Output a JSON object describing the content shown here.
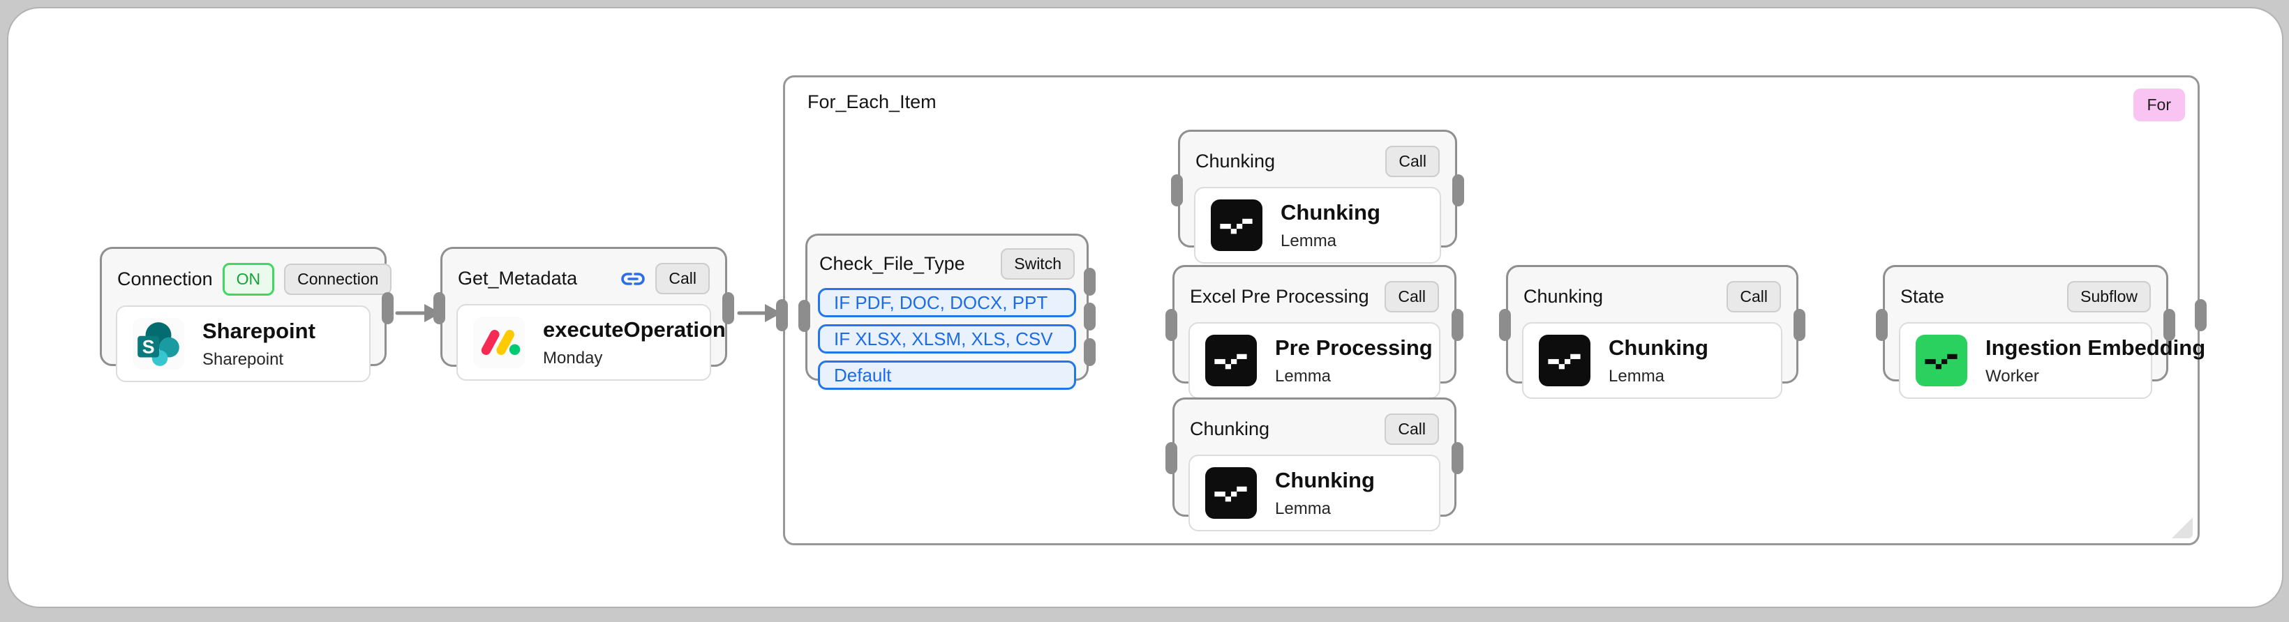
{
  "container": {
    "label": "For_Each_Item",
    "badge": "For"
  },
  "nodes": {
    "connection": {
      "title": "Connection",
      "status_badge": "ON",
      "type_badge": "Connection",
      "card": {
        "title": "Sharepoint",
        "subtitle": "Sharepoint",
        "icon": "sharepoint-icon"
      }
    },
    "get_metadata": {
      "title": "Get_Metadata",
      "type_badge": "Call",
      "card": {
        "title": "executeOperation",
        "subtitle": "Monday",
        "icon": "monday-icon"
      }
    },
    "check_file_type": {
      "title": "Check_File_Type",
      "type_badge": "Switch",
      "cases": [
        {
          "label": "IF PDF, DOC, DOCX, PPT"
        },
        {
          "label": "IF XLSX, XLSM, XLS, CSV"
        },
        {
          "label": "Default"
        }
      ]
    },
    "chunking_top": {
      "title": "Chunking",
      "type_badge": "Call",
      "card": {
        "title": "Chunking",
        "subtitle": "Lemma",
        "icon": "lemma-icon"
      }
    },
    "excel_pre_processing": {
      "title": "Excel Pre Processing",
      "type_badge": "Call",
      "card": {
        "title": "Pre Processing",
        "subtitle": "Lemma",
        "icon": "lemma-icon"
      }
    },
    "chunking_mid": {
      "title": "Chunking",
      "type_badge": "Call",
      "card": {
        "title": "Chunking",
        "subtitle": "Lemma",
        "icon": "lemma-icon"
      }
    },
    "chunking_bottom": {
      "title": "Chunking",
      "type_badge": "Call",
      "card": {
        "title": "Chunking",
        "subtitle": "Lemma",
        "icon": "lemma-icon"
      }
    },
    "state": {
      "title": "State",
      "type_badge": "Subflow",
      "card": {
        "title": "Ingestion Embedding",
        "subtitle": "Worker",
        "icon": "worker-icon"
      }
    }
  },
  "colors": {
    "accent_blue": "#2276e9",
    "wire_gray": "#8a8a8a",
    "badge_pink": "#f9c4f1",
    "on_green": "#41d762",
    "lemma_black": "#0d0d0d",
    "worker_green": "#2bd15f"
  }
}
